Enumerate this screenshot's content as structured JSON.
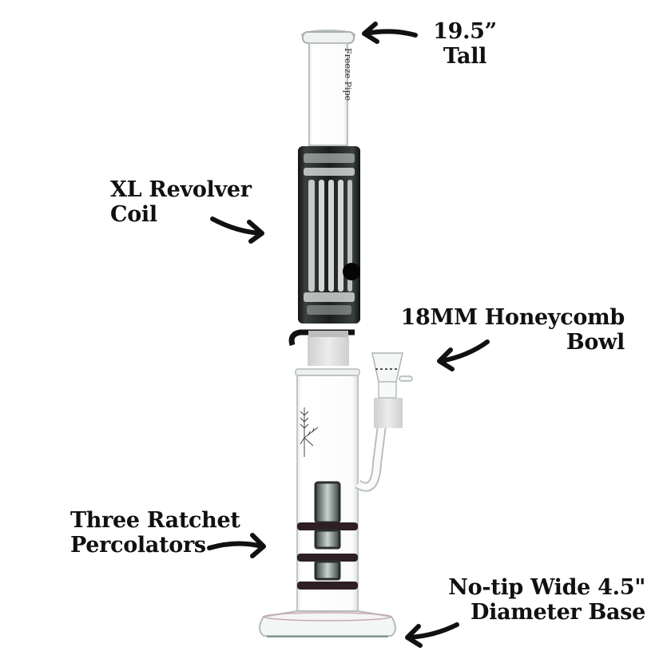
{
  "annotations": {
    "height": {
      "line1": "19.5”",
      "line2": "Tall"
    },
    "coil": {
      "line1": "XL Revolver",
      "line2": "Coil"
    },
    "bowl": {
      "line1": "18MM Honeycomb",
      "line2": "Bowl"
    },
    "percolators": {
      "line1": "Three Ratchet",
      "line2": "Percolators"
    },
    "base": {
      "line1": "No-tip Wide 4.5\"",
      "line2": "Diameter Base"
    }
  },
  "product": {
    "tube_engraving": "Freeze Pipe"
  },
  "colors": {
    "background": "#ffffff",
    "text": "#111111",
    "glass_dark": "#1c1f1e",
    "glass_tint": "#9aa7a2",
    "frosted_joint": "#d9d9d9"
  }
}
